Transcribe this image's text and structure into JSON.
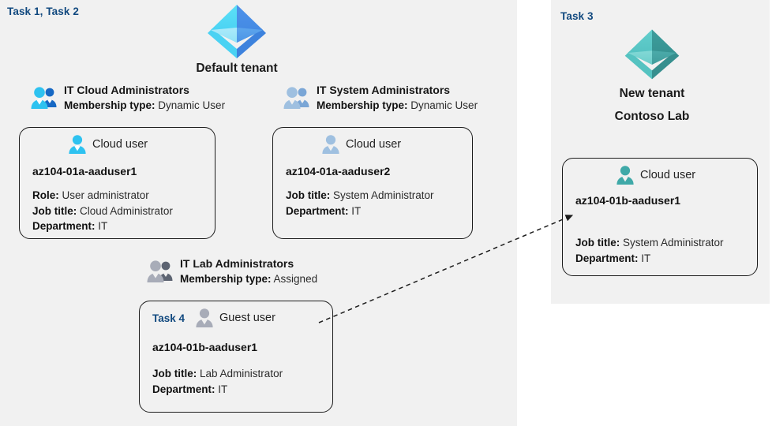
{
  "panels": {
    "left": {
      "task_label": "Task 1, Task 2"
    },
    "right": {
      "task_label": "Task 3"
    }
  },
  "tenants": {
    "default": {
      "icon": "azure-ad-tenant-icon",
      "name": "Default tenant",
      "accent": "#3fb9ef",
      "accent_dark": "#3a8de0"
    },
    "new": {
      "icon": "azure-ad-tenant-icon",
      "name_line1": "New  tenant",
      "name_line2": "Contoso Lab",
      "accent": "#4cbfc0",
      "accent_dark": "#2f8f8f"
    }
  },
  "groups": [
    {
      "id": "cloud-admins",
      "icon": "group-users-icon",
      "name": "IT Cloud Administrators",
      "meta_label": "Membership type:",
      "meta_value": "Dynamic User",
      "icon_tone": "bright"
    },
    {
      "id": "system-admins",
      "icon": "group-users-icon",
      "name": "IT System Administrators",
      "meta_label": "Membership type:",
      "meta_value": "Dynamic User",
      "icon_tone": "muted"
    },
    {
      "id": "lab-admins",
      "icon": "group-users-icon",
      "name": "IT Lab Administrators",
      "meta_label": "Membership type:",
      "meta_value": "Assigned",
      "icon_tone": "grey"
    }
  ],
  "cards": [
    {
      "id": "user1",
      "kind": "Cloud user",
      "icon": "cloud-user-icon",
      "username": "az104-01a-aaduser1",
      "attrs": [
        {
          "label": "Role:",
          "value": "User administrator"
        },
        {
          "label": "Job title:",
          "value": "Cloud Administrator"
        },
        {
          "label": "Department:",
          "value": "IT"
        }
      ]
    },
    {
      "id": "user2",
      "kind": "Cloud user",
      "icon": "cloud-user-icon",
      "username": "az104-01a-aaduser2",
      "attrs": [
        {
          "label": "Job title:",
          "value": "System Administrator"
        },
        {
          "label": "Department:",
          "value": "IT"
        }
      ]
    },
    {
      "id": "guest",
      "kind": "Guest user",
      "icon": "guest-user-icon",
      "inline_task": "Task 4",
      "username": "az104-01b-aaduser1",
      "attrs": [
        {
          "label": "Job title:",
          "value": "Lab Administrator"
        },
        {
          "label": "Department:",
          "value": "IT"
        }
      ]
    },
    {
      "id": "user3",
      "kind": "Cloud user",
      "icon": "cloud-user-icon",
      "username": "az104-01b-aaduser1",
      "attrs": [
        {
          "label": "Job title:",
          "value": "System Administrator"
        },
        {
          "label": "Department:",
          "value": "IT"
        }
      ]
    }
  ],
  "connector": {
    "name": "guest-to-cloud-user-arrow",
    "style": "dashed",
    "color": "#1d1d1d",
    "from": "card-guest",
    "to": "card-user3"
  }
}
